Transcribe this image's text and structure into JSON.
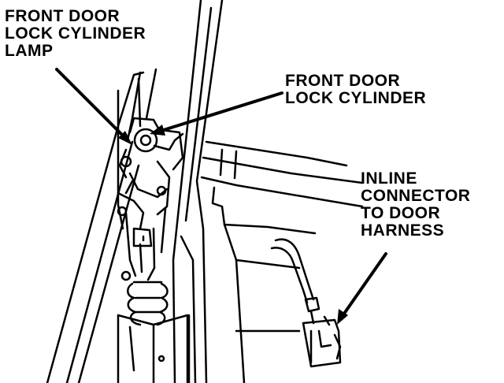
{
  "labels": {
    "lamp": [
      "FRONT DOOR",
      "LOCK CYLINDER",
      "LAMP"
    ],
    "cylinder": [
      "FRONT DOOR",
      "LOCK CYLINDER"
    ],
    "connector": [
      "INLINE",
      "CONNECTOR",
      "TO DOOR",
      "HARNESS"
    ]
  },
  "colors": {
    "ink": "#000000",
    "paper": "#ffffff"
  }
}
